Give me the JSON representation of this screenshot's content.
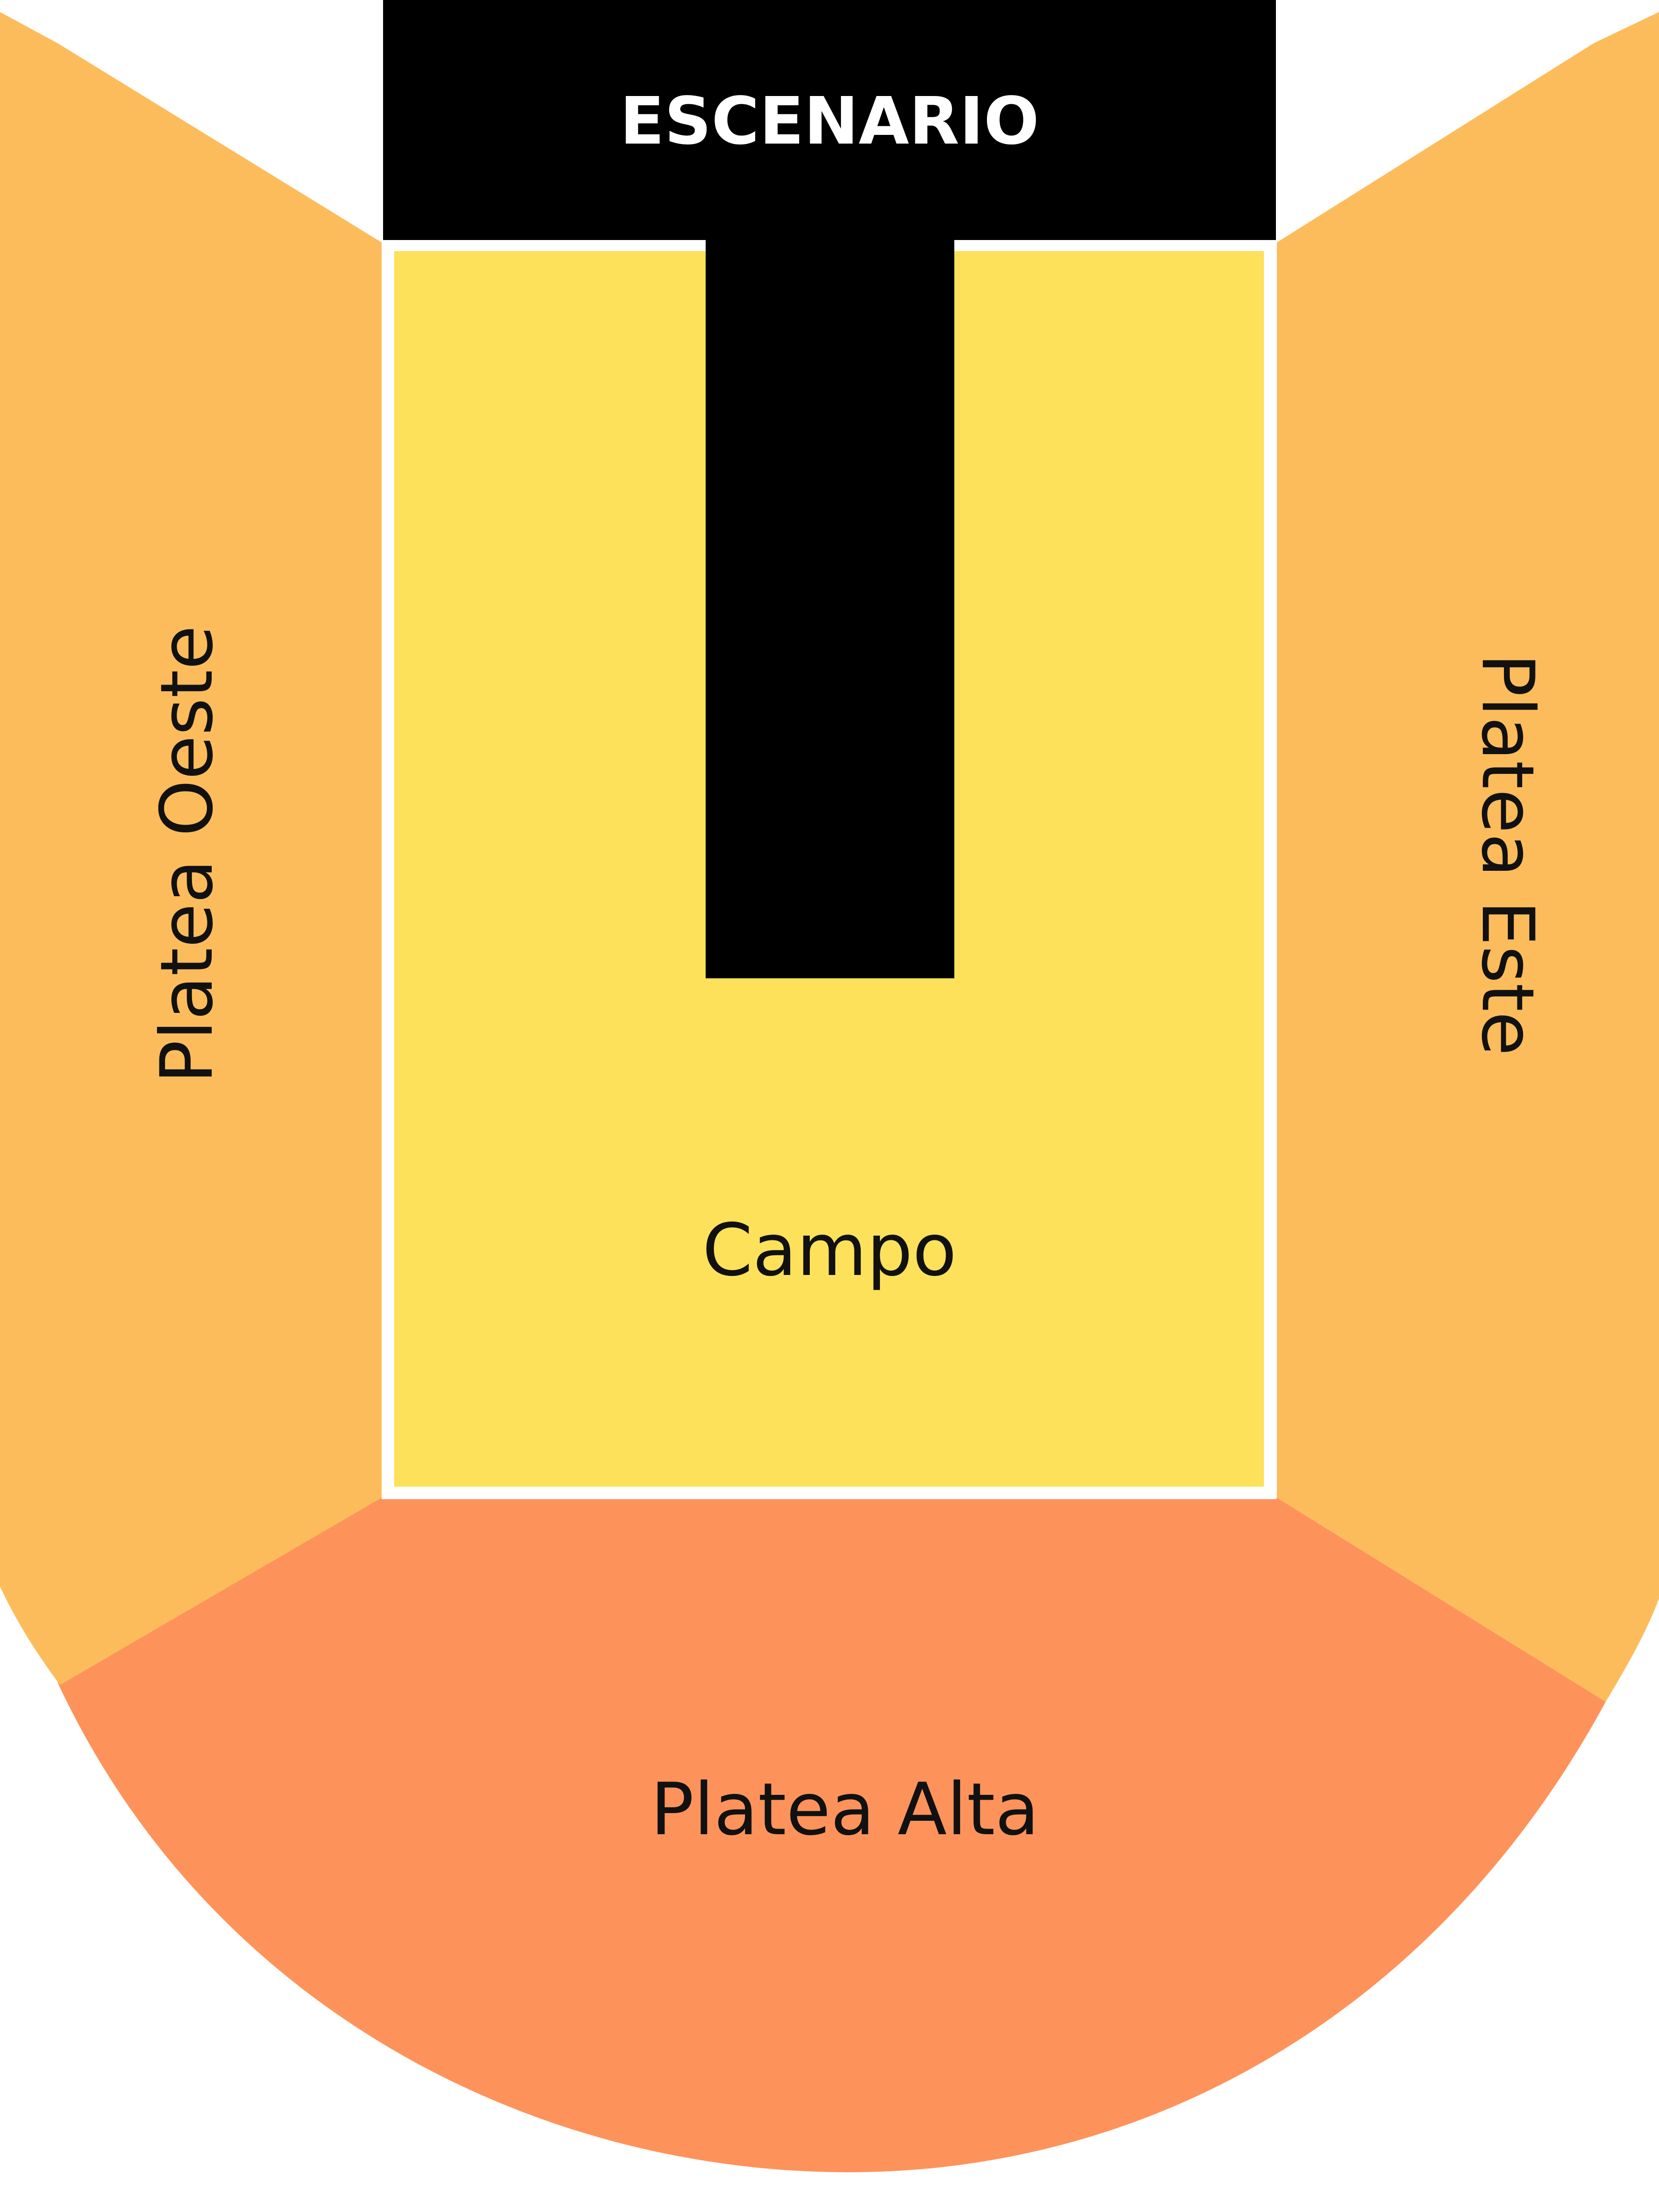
{
  "stage": {
    "label": "ESCENARIO",
    "color": "#000000"
  },
  "sections": {
    "campo": {
      "label": "Campo",
      "color": "#FDE15B"
    },
    "platea_oeste": {
      "label": "Platea Oeste",
      "color": "#FDBC5B"
    },
    "platea_este": {
      "label": "Platea Este",
      "color": "#FDBC5B"
    },
    "platea_alta": {
      "label": "Platea Alta",
      "color": "#FD935B"
    }
  },
  "colors": {
    "background": "#FFFFFF",
    "divider": "#FFFFFF",
    "label_text": "#111111",
    "stage_text": "#FFFFFF"
  }
}
